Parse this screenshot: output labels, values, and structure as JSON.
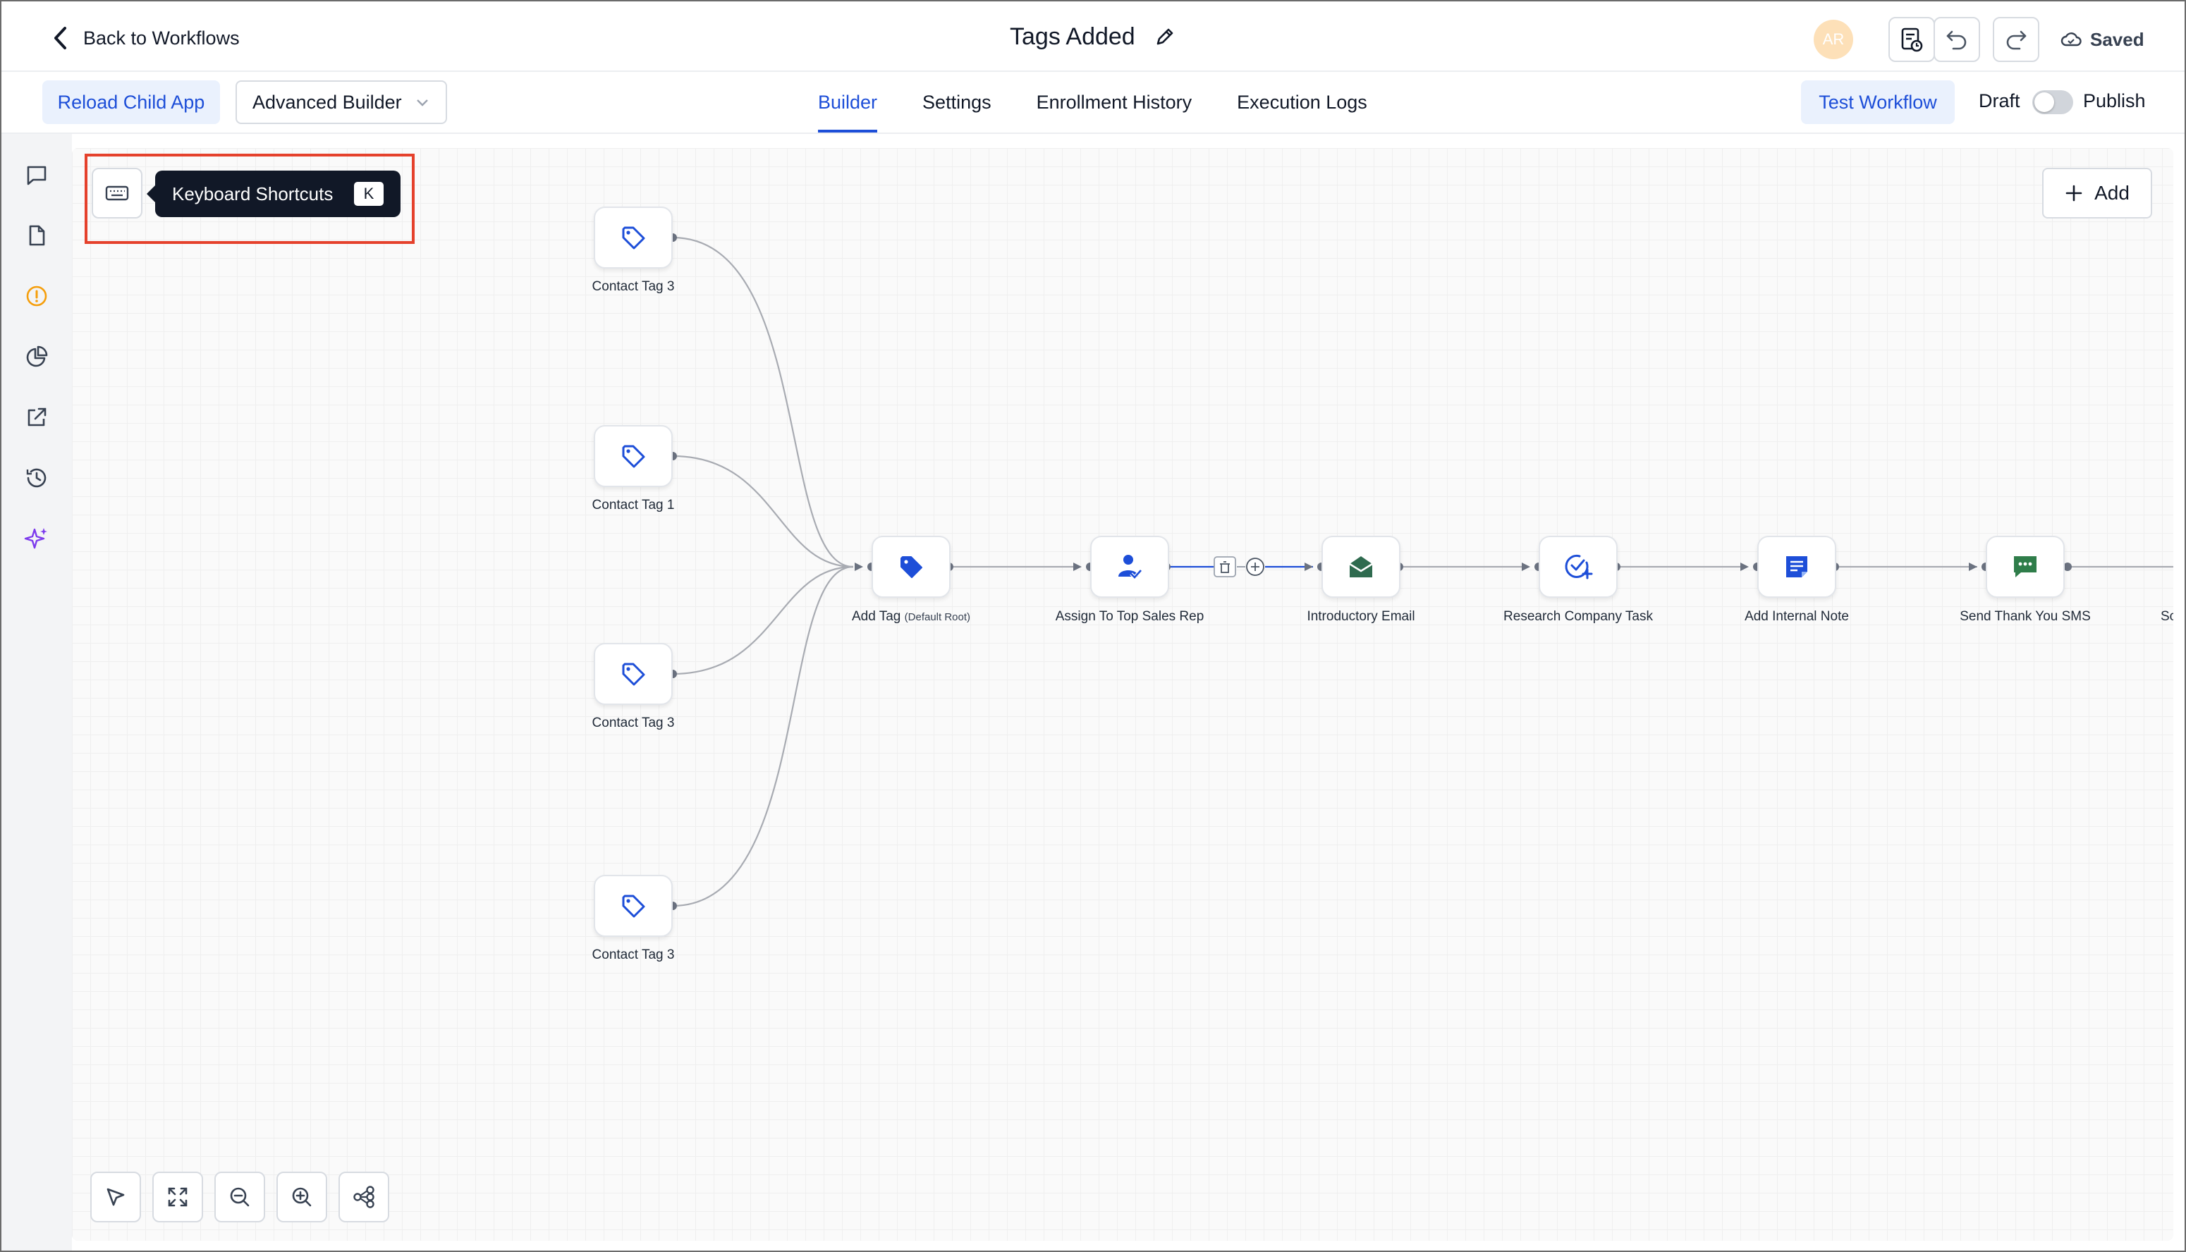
{
  "header": {
    "back_label": "Back to Workflows",
    "title": "Tags Added",
    "avatar_initials": "AR",
    "saved_label": "Saved"
  },
  "toolbar": {
    "reload_label": "Reload Child App",
    "builder_mode": "Advanced Builder",
    "tabs": [
      {
        "label": "Builder",
        "active": true
      },
      {
        "label": "Settings",
        "active": false
      },
      {
        "label": "Enrollment History",
        "active": false
      },
      {
        "label": "Execution Logs",
        "active": false
      }
    ],
    "test_label": "Test Workflow",
    "draft_label": "Draft",
    "publish_label": "Publish",
    "publish_enabled": false
  },
  "sidebar": {
    "icons": [
      "chat-icon",
      "document-icon",
      "alert-icon",
      "pie-chart-icon",
      "external-link-icon",
      "history-icon",
      "sparkle-icon"
    ]
  },
  "canvas": {
    "tooltip_label": "Keyboard Shortcuts",
    "tooltip_key": "K",
    "add_label": "Add",
    "triggers": [
      {
        "label": "Contact Tag 3"
      },
      {
        "label": "Contact Tag 1"
      },
      {
        "label": "Contact Tag 3"
      },
      {
        "label": "Contact Tag 3"
      }
    ],
    "actions": [
      {
        "label": "Add Tag",
        "sublabel": "(Default Root)",
        "icon": "tag-filled-icon"
      },
      {
        "label": "Assign To Top Sales Rep",
        "icon": "assign-user-icon"
      },
      {
        "label": "Introductory Email",
        "icon": "email-icon"
      },
      {
        "label": "Research Company Task",
        "icon": "task-check-icon"
      },
      {
        "label": "Add Internal Note",
        "icon": "note-icon"
      },
      {
        "label": "Send Thank You SMS",
        "icon": "sms-icon"
      },
      {
        "label": "Sc",
        "icon": ""
      }
    ]
  },
  "colors": {
    "accent": "#1d4ed8",
    "highlight_border": "#e5412c",
    "email_green": "#2f6b4f",
    "sms_green": "#2f7d4a",
    "alert_orange": "#f59e0b",
    "sparkle_purple": "#7c3aed"
  }
}
